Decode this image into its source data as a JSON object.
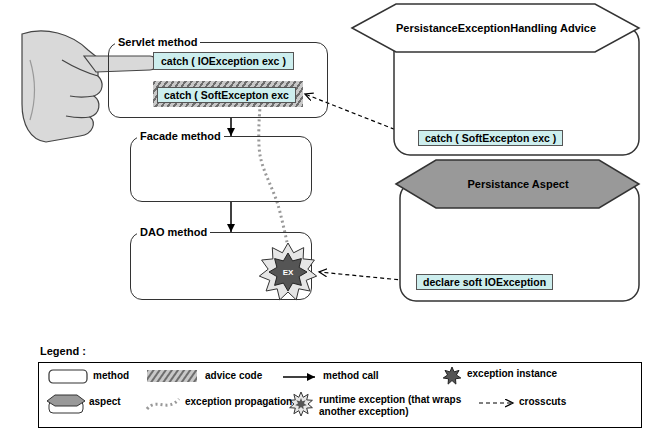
{
  "diagram": {
    "nodes": [
      {
        "text": [
          "Servlet method"
        ]
      },
      {
        "text": [
          "catch ( IOException exc )"
        ],
        "in": 0
      },
      {
        "text": [
          "catch ( SoftExcepton exc"
        ],
        "in": 0
      },
      {
        "text": [
          "Facade method"
        ]
      },
      {
        "text": [
          "DAO method"
        ]
      },
      {
        "text": [
          "EX"
        ],
        "in": 4
      },
      {
        "text": [
          "PersistanceExceptionHandling Advice"
        ]
      },
      {
        "text": [
          "catch ( SoftExcepton exc )"
        ],
        "in": 6
      },
      {
        "text": [
          "Persistance Aspect"
        ]
      },
      {
        "text": [
          "declare soft IOException"
        ],
        "in": 8
      }
    ],
    "edges": [
      {
        "from": 0,
        "to": 3,
        "arrow": "to"
      },
      {
        "from": 3,
        "to": 4,
        "arrow": "to"
      },
      {
        "from": 5,
        "to": 2,
        "arrow": "none"
      },
      {
        "from": 7,
        "to": 2,
        "arrow": "to"
      },
      {
        "from": 9,
        "to": 5,
        "arrow": "to"
      }
    ],
    "labels": [
      "Legend :"
    ],
    "legend": [
      {
        "text": "method"
      },
      {
        "text": "advice code"
      },
      {
        "text": "method call"
      },
      {
        "text": "exception instance"
      },
      {
        "text": "aspect"
      },
      {
        "text": "exception propagation"
      },
      {
        "text": "runtime exception (that wraps another exception)"
      },
      {
        "text": "crosscuts"
      }
    ]
  }
}
